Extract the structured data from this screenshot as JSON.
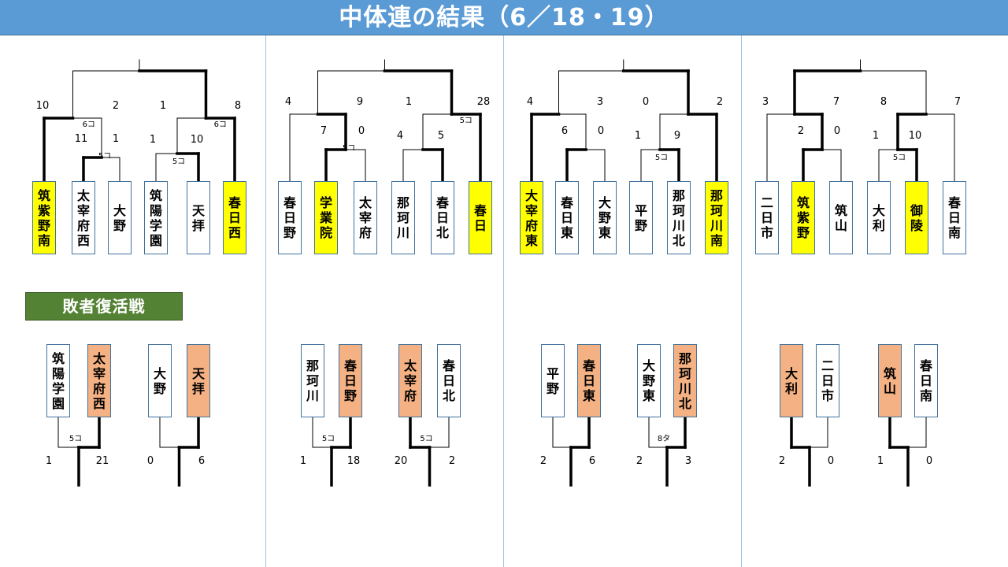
{
  "header": {
    "title": "中体連の結果（6／18・19）"
  },
  "repechage_label": "敗者復活戦",
  "colors": {
    "banner": "#5b9bd5",
    "winner": "#ffff00",
    "repechage_winner": "#f4b183",
    "label_bg": "#548235"
  },
  "brackets": [
    {
      "teams": [
        {
          "name": "筑紫野南",
          "winner": true
        },
        {
          "name": "太宰府西",
          "winner": false
        },
        {
          "name": "大野",
          "winner": false
        },
        {
          "name": "筑陽学園",
          "winner": false
        },
        {
          "name": "天拝",
          "winner": false
        },
        {
          "name": "春日西",
          "winner": true
        }
      ],
      "scores": {
        "r1_left": [
          "11",
          "1"
        ],
        "r1_right": [
          "1",
          "10"
        ],
        "semi_left": [
          "10",
          "2"
        ],
        "semi_right": [
          "1",
          "8"
        ]
      },
      "notes": {
        "r1_left": "5コ",
        "r1_right": "5コ",
        "semi_left": "6コ",
        "semi_right": "6コ"
      },
      "final_winner": "right"
    },
    {
      "teams": [
        {
          "name": "春日野",
          "winner": false
        },
        {
          "name": "学業院",
          "winner": true
        },
        {
          "name": "太宰府",
          "winner": false
        },
        {
          "name": "那珂川",
          "winner": false
        },
        {
          "name": "春日北",
          "winner": false
        },
        {
          "name": "春日",
          "winner": true
        }
      ],
      "scores": {
        "r1_left": [
          "7",
          "0"
        ],
        "r1_right": [
          "4",
          "5"
        ],
        "semi_left": [
          "4",
          "9"
        ],
        "semi_right": [
          "1",
          "28"
        ]
      },
      "notes": {
        "r1_left": "5コ",
        "r1_right": "",
        "semi_left": "",
        "semi_right": "5コ"
      },
      "final_winner": "right"
    },
    {
      "teams": [
        {
          "name": "大宰府東",
          "winner": true
        },
        {
          "name": "春日東",
          "winner": false
        },
        {
          "name": "大野東",
          "winner": false
        },
        {
          "name": "平野",
          "winner": false
        },
        {
          "name": "那珂川北",
          "winner": false
        },
        {
          "name": "那珂川南",
          "winner": true
        }
      ],
      "scores": {
        "r1_left": [
          "6",
          "0"
        ],
        "r1_right": [
          "1",
          "9"
        ],
        "semi_left": [
          "4",
          "3"
        ],
        "semi_right": [
          "0",
          "2"
        ]
      },
      "notes": {
        "r1_left": "",
        "r1_right": "5コ",
        "semi_left": "",
        "semi_right": ""
      },
      "final_winner": "right"
    },
    {
      "teams": [
        {
          "name": "二日市",
          "winner": false
        },
        {
          "name": "筑紫野",
          "winner": true
        },
        {
          "name": "筑山",
          "winner": false
        },
        {
          "name": "大利",
          "winner": false
        },
        {
          "name": "御陵",
          "winner": true
        },
        {
          "name": "春日南",
          "winner": false
        }
      ],
      "scores": {
        "r1_left": [
          "2",
          "0"
        ],
        "r1_right": [
          "1",
          "10"
        ],
        "semi_left": [
          "3",
          "7"
        ],
        "semi_right": [
          "8",
          "7"
        ]
      },
      "notes": {
        "r1_left": "",
        "r1_right": "5コ",
        "semi_left": "",
        "semi_right": ""
      },
      "final_winner": "left"
    }
  ],
  "repechage_matches": [
    {
      "teams": [
        {
          "name": "筑陽学園",
          "winner": false
        },
        {
          "name": "太宰府西",
          "winner": true
        }
      ],
      "scores": [
        "1",
        "21"
      ],
      "note": "5コ"
    },
    {
      "teams": [
        {
          "name": "大野",
          "winner": false
        },
        {
          "name": "天拝",
          "winner": true
        }
      ],
      "scores": [
        "0",
        "6"
      ],
      "note": ""
    },
    {
      "teams": [
        {
          "name": "那珂川",
          "winner": false
        },
        {
          "name": "春日野",
          "winner": true
        }
      ],
      "scores": [
        "1",
        "18"
      ],
      "note": "5コ"
    },
    {
      "teams": [
        {
          "name": "太宰府",
          "winner": true
        },
        {
          "name": "春日北",
          "winner": false
        }
      ],
      "scores": [
        "20",
        "2"
      ],
      "note": "5コ"
    },
    {
      "teams": [
        {
          "name": "平野",
          "winner": false
        },
        {
          "name": "春日東",
          "winner": true
        }
      ],
      "scores": [
        "2",
        "6"
      ],
      "note": ""
    },
    {
      "teams": [
        {
          "name": "大野東",
          "winner": false
        },
        {
          "name": "那珂川北",
          "winner": true
        }
      ],
      "scores": [
        "2",
        "3"
      ],
      "note": "8タ"
    },
    {
      "teams": [
        {
          "name": "大利",
          "winner": true
        },
        {
          "name": "二日市",
          "winner": false
        }
      ],
      "scores": [
        "2",
        "0"
      ],
      "note": ""
    },
    {
      "teams": [
        {
          "name": "筑山",
          "winner": true
        },
        {
          "name": "春日南",
          "winner": false
        }
      ],
      "scores": [
        "1",
        "0"
      ],
      "note": ""
    }
  ]
}
